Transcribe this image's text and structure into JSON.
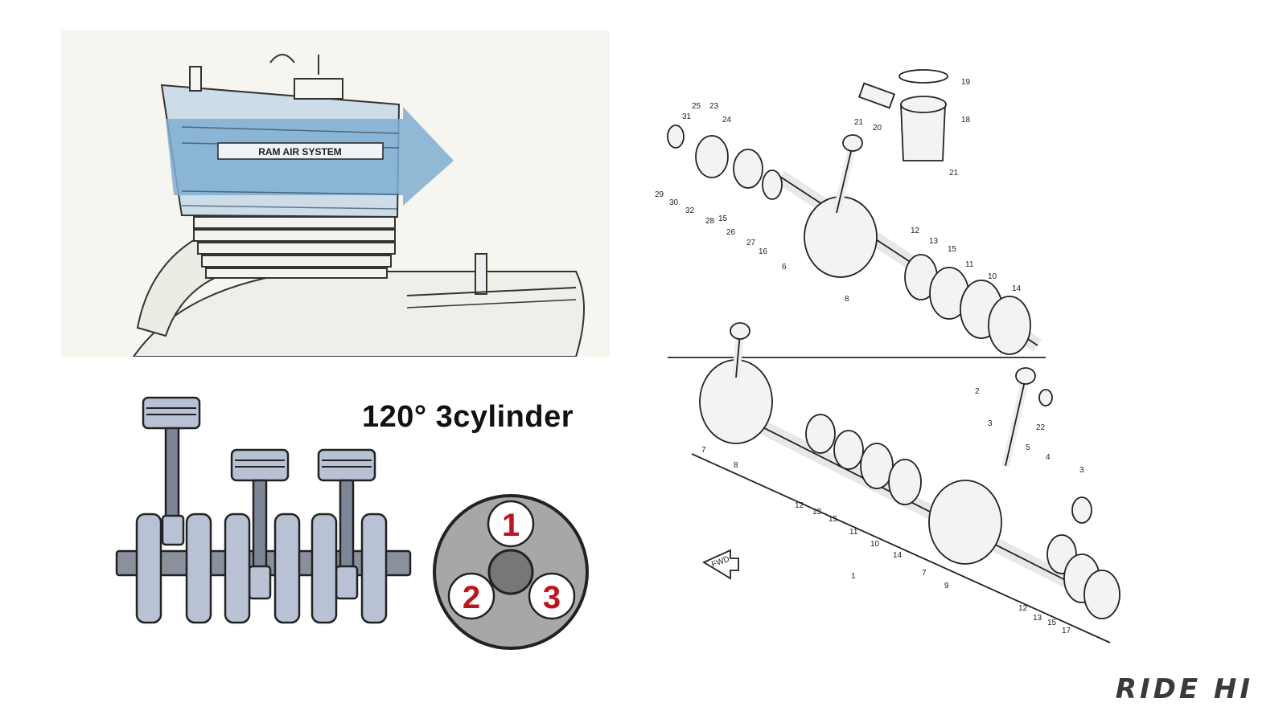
{
  "engine_illustration": {
    "banner_text": "RAM AIR SYSTEM"
  },
  "crank_diagram": {
    "title": "120° 3cylinder",
    "cylinder_numbers": [
      "1",
      "2",
      "3"
    ],
    "colors": {
      "piston": "#b8c2d4",
      "rod": "#7d8696",
      "journal": "#8a919c",
      "firing_disc": "#a7a7a7",
      "hub": "#777777",
      "number": "#c0141c"
    }
  },
  "exploded_view": {
    "top_labels": [
      "19",
      "18",
      "21",
      "20",
      "21",
      "25",
      "23",
      "31",
      "24",
      "29",
      "30",
      "32",
      "28",
      "15",
      "26",
      "27",
      "16",
      "6",
      "8",
      "12",
      "13",
      "15",
      "11",
      "10",
      "14"
    ],
    "bottom_labels": [
      "2",
      "22",
      "3",
      "5",
      "4",
      "3",
      "7",
      "8",
      "12",
      "13",
      "15",
      "11",
      "10",
      "14",
      "7",
      "9",
      "12",
      "13",
      "15",
      "17",
      "1"
    ],
    "fwd_label": "FWD"
  },
  "brand": {
    "logo": "RIDE HI"
  }
}
